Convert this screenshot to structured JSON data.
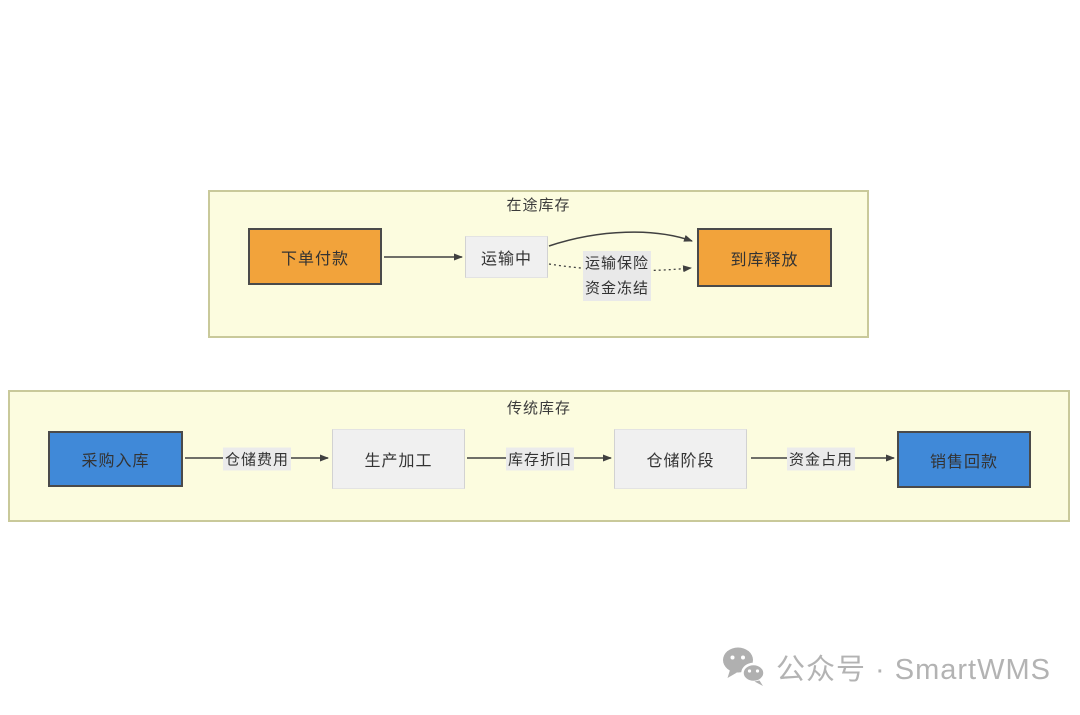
{
  "transit": {
    "title": "在途库存",
    "nodes": [
      {
        "label": "下单付款",
        "type": "orange"
      },
      {
        "label": "运输中",
        "type": "gray"
      },
      {
        "label": "到库释放",
        "type": "orange"
      }
    ],
    "edge_label_line1": "运输保险",
    "edge_label_line2": "资金冻结"
  },
  "traditional": {
    "title": "传统库存",
    "nodes": [
      {
        "label": "采购入库",
        "type": "blue"
      },
      {
        "label": "生产加工",
        "type": "gray"
      },
      {
        "label": "仓储阶段",
        "type": "gray"
      },
      {
        "label": "销售回款",
        "type": "blue"
      }
    ],
    "edge_labels": [
      "仓储费用",
      "库存折旧",
      "资金占用"
    ]
  },
  "watermark": {
    "icon": "wechat-icon",
    "text": "公众号 · SmartWMS"
  },
  "colors": {
    "section_fill": "#fcfcdf",
    "section_border": "#c9c99a",
    "orange_node": "#f2a33b",
    "blue_node": "#4089d8",
    "gray_node": "#f0f0f0",
    "node_border_dark": "#4a4a4a",
    "edge_label_bg": "#ebebeb",
    "arrow": "#404040",
    "text": "#333333",
    "watermark_gray": "#b3b3b3"
  }
}
